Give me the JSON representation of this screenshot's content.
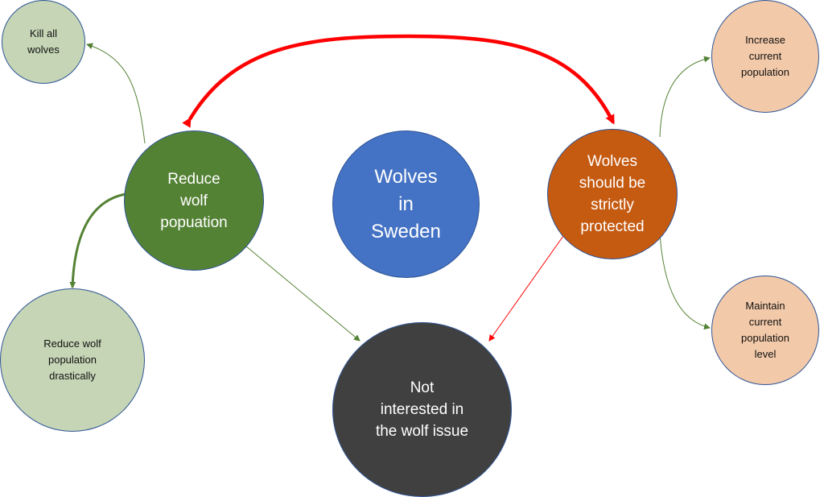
{
  "nodes": {
    "center": {
      "label": "Wolves\nin\nSweden",
      "color": "#4472c4"
    },
    "reduce": {
      "label": "Reduce\nwolf\npopuation",
      "color": "#548235"
    },
    "protect": {
      "label": "Wolves\nshould be\nstrictly\nprotected",
      "color": "#c55a11"
    },
    "notint": {
      "label": "Not\ninterested in\nthe wolf issue",
      "color": "#404040"
    },
    "killall": {
      "label": "Kill all\nwolves",
      "color": "#c5d5b5"
    },
    "drastic": {
      "label": "Reduce wolf\npopulation\ndrastically",
      "color": "#c5d5b5"
    },
    "increase": {
      "label": "Increase\ncurrent\npopulation",
      "color": "#f2c9a9"
    },
    "maintain": {
      "label": "Maintain\ncurrent\npopulation\nlevel",
      "color": "#f2c9a9"
    }
  },
  "colors": {
    "green_edge": "#548235",
    "red_edge": "#ff0000"
  }
}
